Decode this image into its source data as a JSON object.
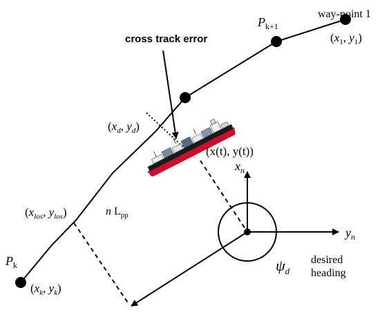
{
  "labels": {
    "waypoint_title": "way-point 1",
    "waypoint_coord": {
      "open": "(",
      "x": "x",
      "xsub": "1",
      "comma": ", ",
      "y": "y",
      "ysub": "1",
      "close": ")"
    },
    "pk1": {
      "main": "P",
      "sub": "k+1"
    },
    "cross_track": "cross track error",
    "xd_yd": {
      "open": "(",
      "x": "x",
      "xsub": "d",
      "comma": ", ",
      "y": "y",
      "ysub": "d",
      "close": ")"
    },
    "xt_yt": "(x(t), y(t))",
    "xn": {
      "main": "x",
      "sub": "n"
    },
    "yn": {
      "main": "y",
      "sub": "n"
    },
    "xlos": {
      "open": "(",
      "x": "x",
      "xsub": "los",
      "comma": ", ",
      "y": "y",
      "ysub": "los",
      "close": ")"
    },
    "nlpp": {
      "n": "n",
      "L": " L",
      "sub": "pp"
    },
    "pk": {
      "main": "P",
      "sub": "k"
    },
    "xk_yk": {
      "open": "(",
      "x": "x",
      "xsub": "k",
      "comma": ", ",
      "y": "y",
      "ysub": "k",
      "close": ")"
    },
    "psi": {
      "main": "ψ",
      "sub": "d"
    },
    "desired": "desired",
    "heading": "heading"
  },
  "colors": {
    "line": "#000000",
    "ship_hull": "#c8102e",
    "ship_deck": "#1a1a1a"
  },
  "icons": {
    "ship": "container-ship-icon",
    "waypoint": "waypoint-dot-icon"
  }
}
